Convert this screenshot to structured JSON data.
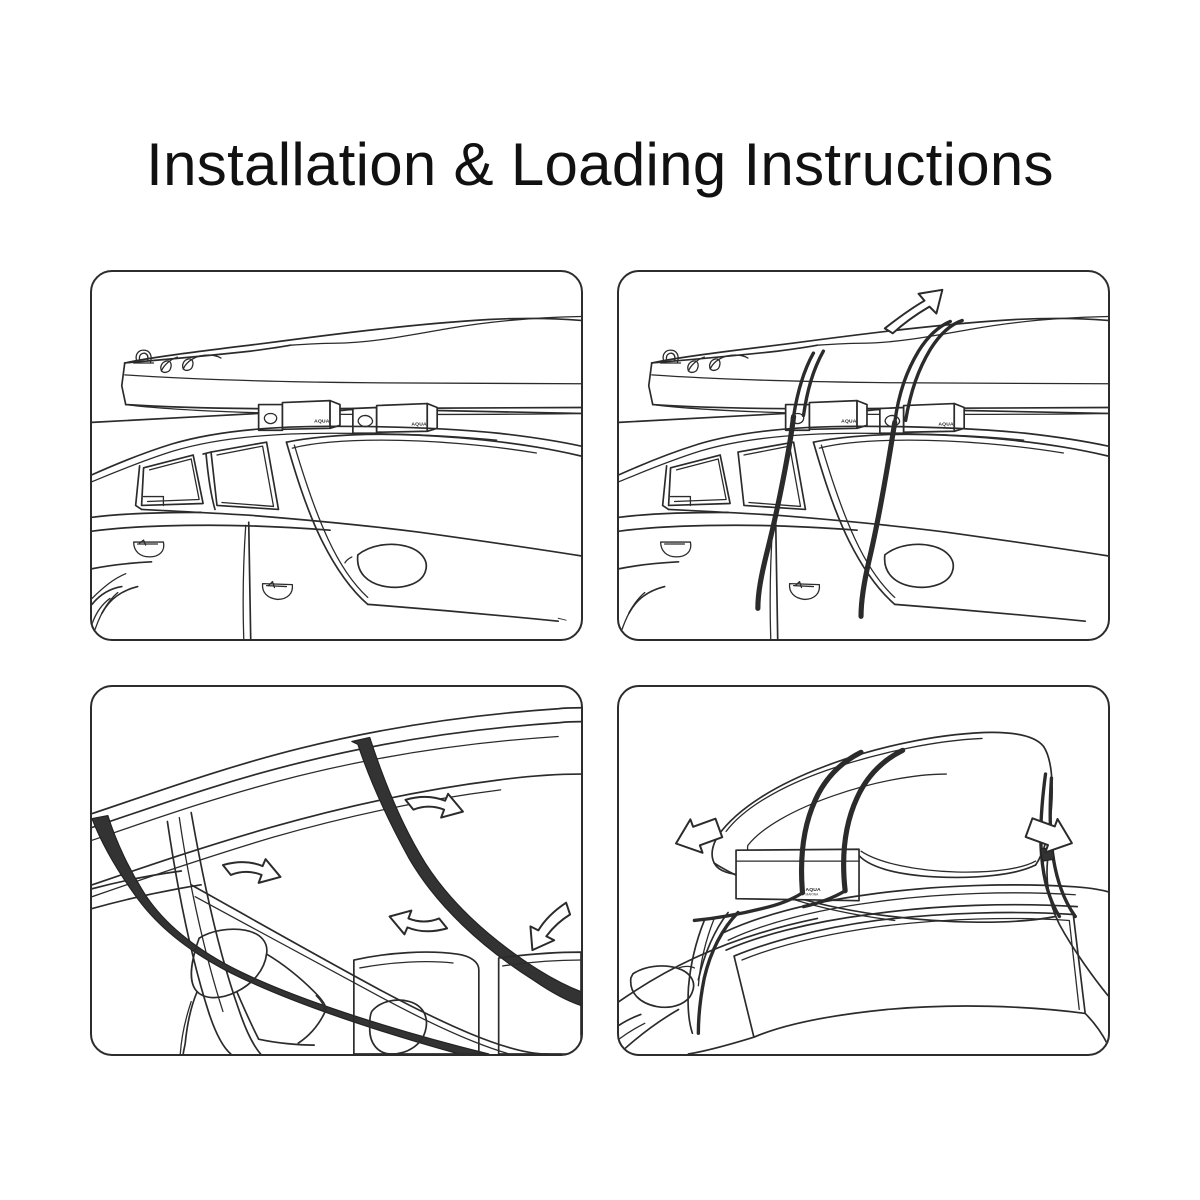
{
  "page": {
    "title": "Installation & Loading Instructions",
    "background_color": "#ffffff",
    "line_color": "#2b2b2b"
  },
  "panels": [
    {
      "id": "panel-1",
      "step": 1,
      "name": "place-kayak-on-crossbar-pads",
      "caption": "",
      "subject": "kayak resting upside-down on two foam crossbar pads mounted on the car roof, side view of sedan",
      "elements": [
        "kayak-hull",
        "kayak-bow-toggle-handle",
        "kayak-deck-lines",
        "crossbar-pad-front",
        "crossbar-pad-rear",
        "car-body-side",
        "front-door-window",
        "rear-door-window",
        "quarter-window",
        "front-door-handle",
        "rear-door-handle",
        "side-mirror"
      ],
      "pad_labels": [
        "AQUA",
        "AQUA"
      ]
    },
    {
      "id": "panel-2",
      "step": 2,
      "name": "throw-straps-over-kayak",
      "caption": "",
      "subject": "two straps thrown over the kayak and hanging down both sides of the car, curved arrow shows throwing direction",
      "elements": [
        "kayak-hull",
        "crossbar-pad-front",
        "crossbar-pad-rear",
        "strap-front",
        "strap-rear",
        "throw-direction-arrow",
        "car-body-side"
      ],
      "arrows": [
        {
          "name": "throw-direction-arrow",
          "direction": "up-right",
          "style": "curved-outline"
        }
      ],
      "pad_labels": [
        "AQUA",
        "AQUA"
      ]
    },
    {
      "id": "panel-3",
      "step": 3,
      "name": "route-strap-through-door-opening",
      "caption": "",
      "subject": "interior view of the car door opening with the strap routed through the cabin across the door frame; arrows show strap pull direction",
      "elements": [
        "door-frame",
        "b-pillar",
        "roof-rail",
        "strap-through-cabin",
        "front-seat-headrest",
        "rear-seat-headrest",
        "seat-back"
      ],
      "arrows": [
        {
          "name": "arrow-strap-right-upper",
          "direction": "right-down",
          "style": "outline"
        },
        {
          "name": "arrow-strap-right-lower",
          "direction": "right",
          "style": "outline"
        },
        {
          "name": "arrow-strap-left-lower",
          "direction": "left",
          "style": "outline"
        },
        {
          "name": "arrow-strap-left-upper",
          "direction": "left-up",
          "style": "outline"
        }
      ]
    },
    {
      "id": "panel-4",
      "step": 4,
      "name": "tighten-and-secure-straps",
      "caption": "",
      "subject": "rear three-quarter view of the loaded kayak with both straps cinched down over the hull and crossbar pad; arrows show tightening pull direction",
      "elements": [
        "kayak-stern",
        "kayak-cockpit-rim",
        "strap-front",
        "strap-rear",
        "crossbar-pad",
        "strap-buckle",
        "rear-windshield",
        "side-mirror",
        "car-rear-body"
      ],
      "arrows": [
        {
          "name": "arrow-tighten-left",
          "direction": "down-left",
          "style": "outline"
        },
        {
          "name": "arrow-tighten-right",
          "direction": "down-right",
          "style": "outline"
        }
      ],
      "pad_labels": [
        "AQUA"
      ]
    }
  ]
}
